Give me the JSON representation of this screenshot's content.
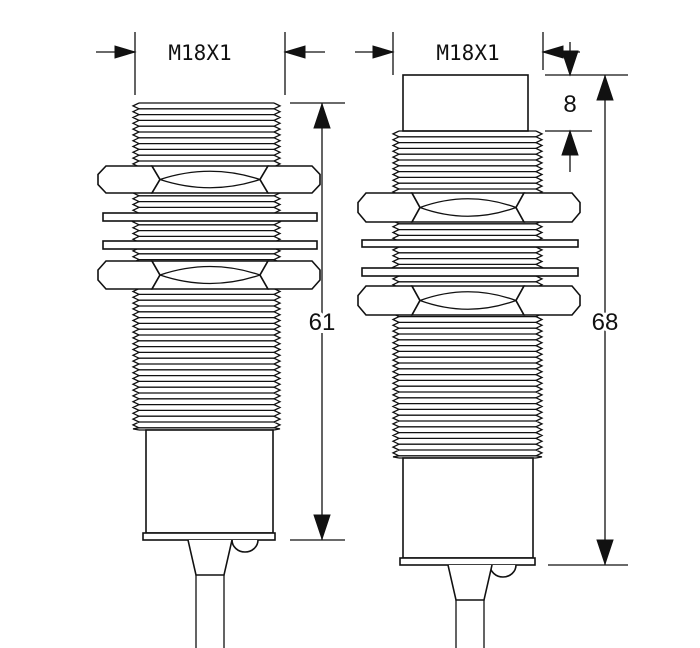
{
  "left_sensor": {
    "thread_label": "M18X1",
    "length_label": "61"
  },
  "right_sensor": {
    "thread_label": "M18X1",
    "length_label": "68",
    "cap_label": "8"
  },
  "colors": {
    "line": "#111111",
    "background": "#ffffff"
  }
}
